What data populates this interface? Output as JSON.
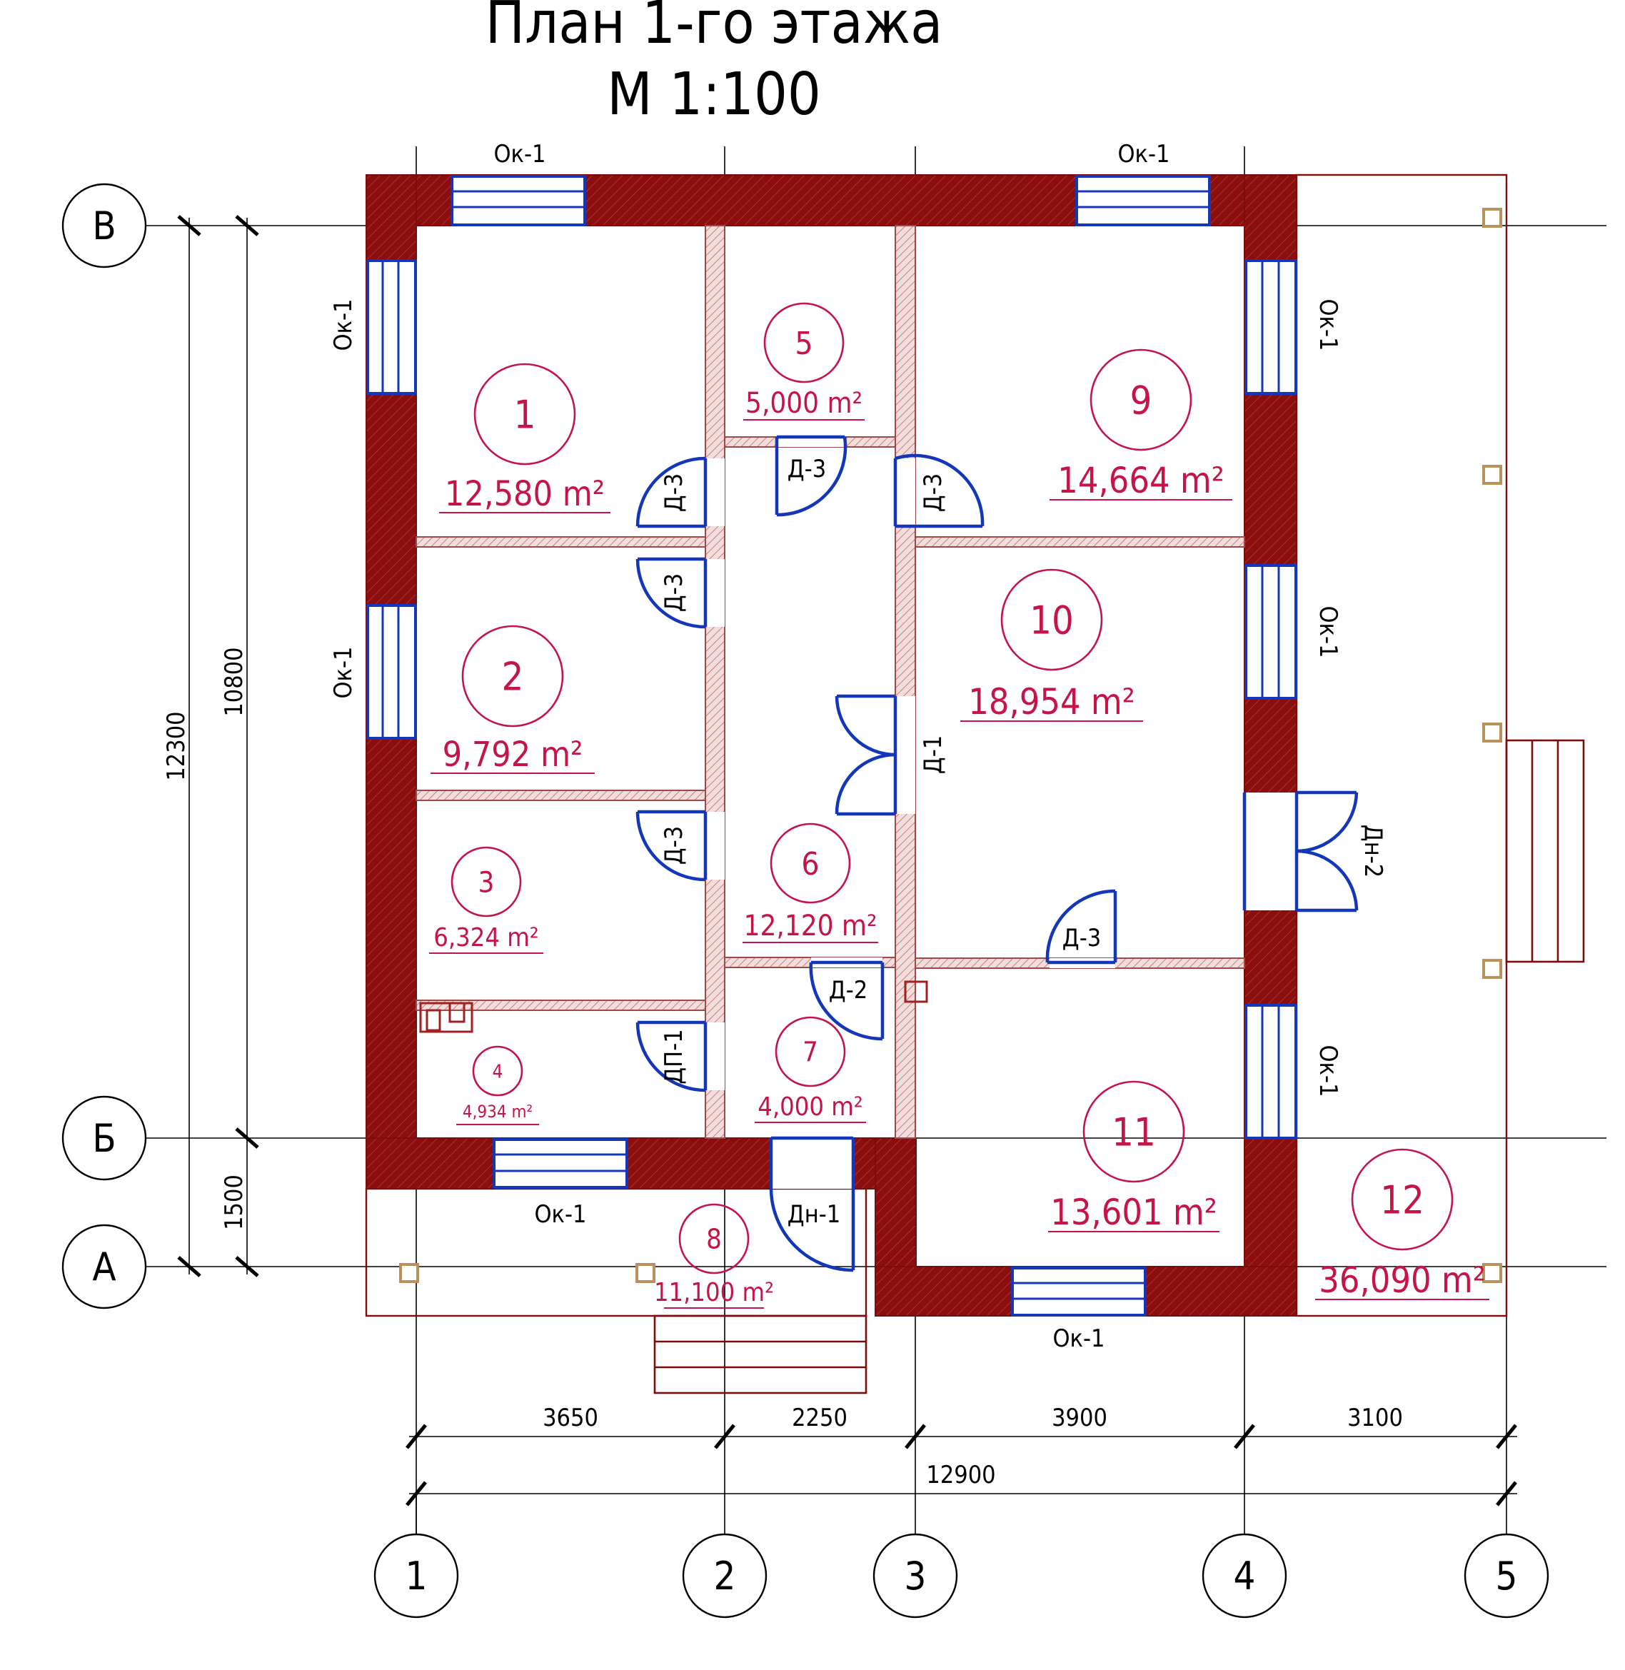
{
  "title": "План 1-го этажа",
  "scale": "М 1:100",
  "axes": {
    "vertical": [
      "1",
      "2",
      "3",
      "4",
      "5"
    ],
    "horizontal": [
      "В",
      "Б",
      "А"
    ]
  },
  "dimensions": {
    "bottom_segments": [
      "3650",
      "2250",
      "3900",
      "3100"
    ],
    "bottom_total": "12900",
    "left_total": "12300",
    "left_main": "10800",
    "left_porch": "1500"
  },
  "rooms": [
    {
      "num": "1",
      "area": "12,580 m²"
    },
    {
      "num": "2",
      "area": "9,792 m²"
    },
    {
      "num": "3",
      "area": "6,324 m²"
    },
    {
      "num": "4",
      "area": "4,934 m²"
    },
    {
      "num": "5",
      "area": "5,000 m²"
    },
    {
      "num": "6",
      "area": "12,120 m²"
    },
    {
      "num": "7",
      "area": "4,000 m²"
    },
    {
      "num": "8",
      "area": "11,100 m²"
    },
    {
      "num": "9",
      "area": "14,664 m²"
    },
    {
      "num": "10",
      "area": "18,954 m²"
    },
    {
      "num": "11",
      "area": "13,601 m²"
    },
    {
      "num": "12",
      "area": "36,090 m²"
    }
  ],
  "openings": {
    "window": "Ок-1",
    "door_d1": "Д-1",
    "door_d2": "Д-2",
    "door_d3": "Д-3",
    "door_dp1": "ДП-1",
    "door_dn1": "Дн-1",
    "door_dn2": "Дн-2"
  },
  "colors": {
    "wall": "#8b0d0d",
    "window": "#1436b8",
    "room_label": "#c41448",
    "column": "#b8925a"
  }
}
